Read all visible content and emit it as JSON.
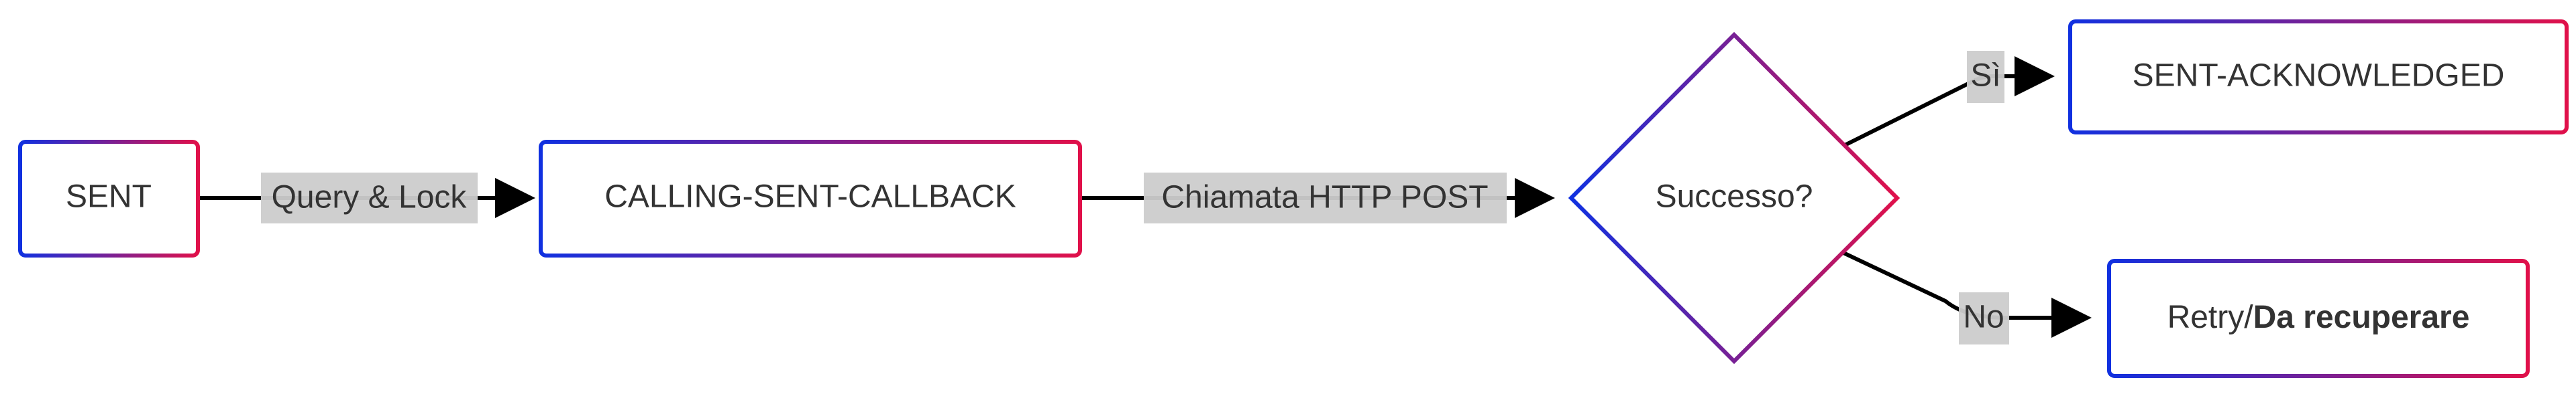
{
  "diagram": {
    "colors": {
      "border_start": "#1030e0",
      "border_end": "#e0104a",
      "edge": "#000000",
      "label_bg": "#cccccc",
      "text": "#333333"
    },
    "nodes": {
      "sent": "SENT",
      "calling": "CALLING-SENT-CALLBACK",
      "decision": "Successo?",
      "acknowledged": "SENT-ACKNOWLEDGED",
      "retry_prefix": "Retry/",
      "retry_bold": "Da recuperare"
    },
    "edges": {
      "query_lock": "Query & Lock",
      "http_post": "Chiamata HTTP POST",
      "yes": "Sì",
      "no": "No"
    }
  }
}
